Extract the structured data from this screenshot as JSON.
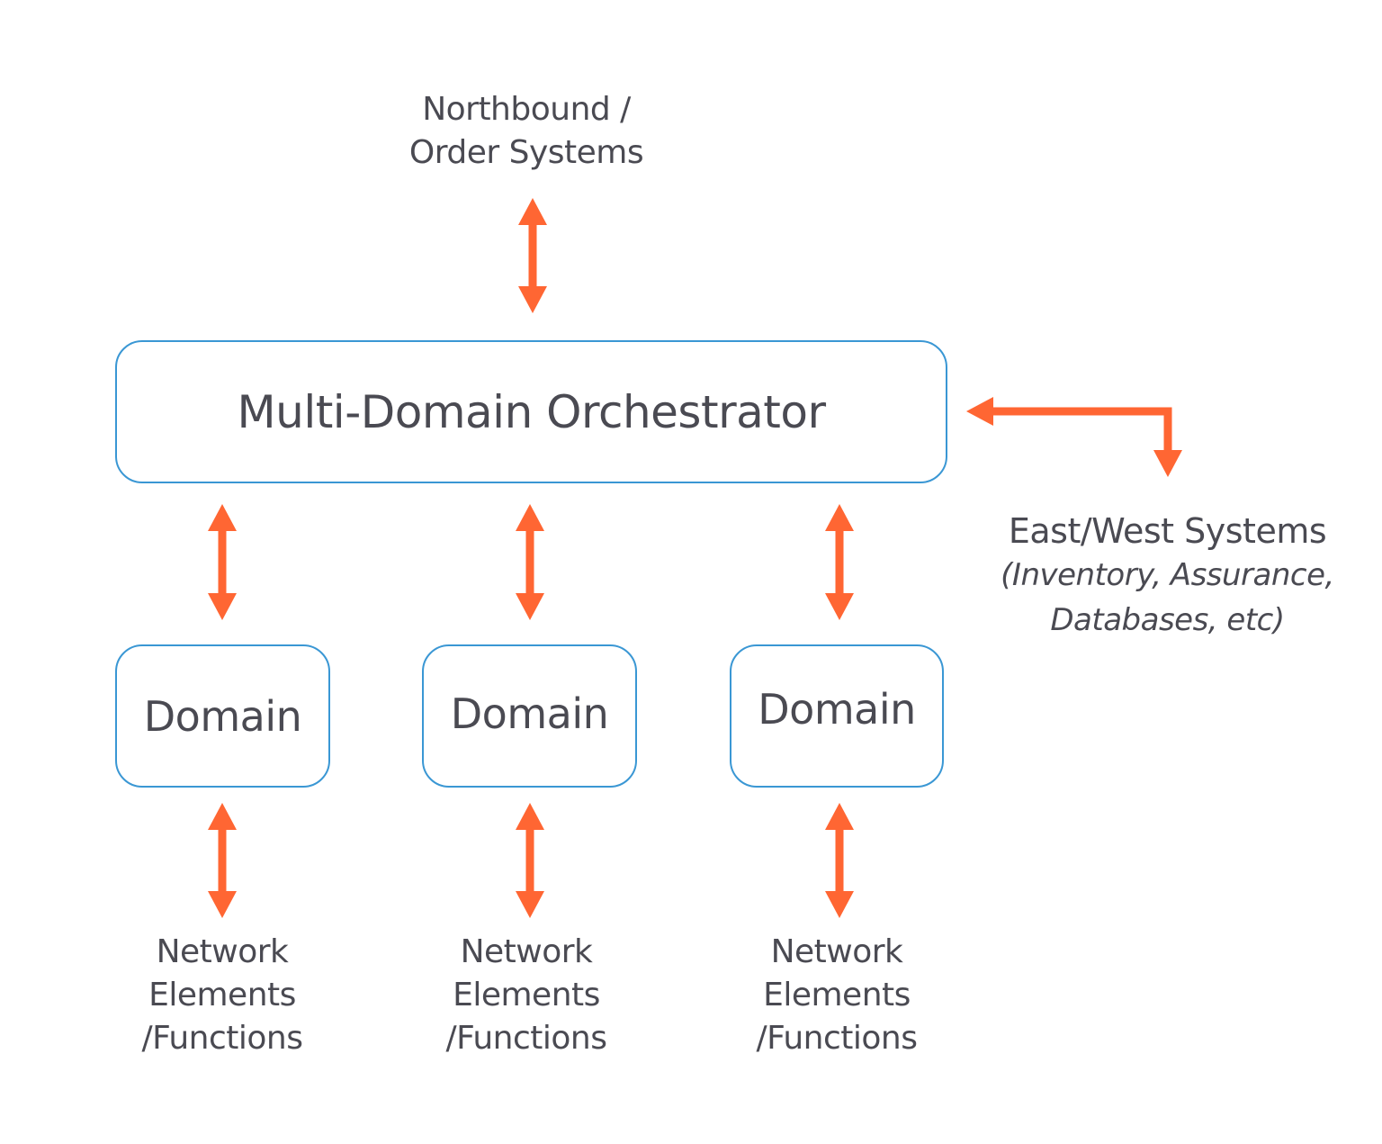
{
  "northbound": {
    "line1": "Northbound /",
    "line2": "Order Systems"
  },
  "orchestrator": {
    "label": "Multi-Domain Orchestrator"
  },
  "east_west": {
    "title": "East/West Systems",
    "detail_line1": "(Inventory, Assurance,",
    "detail_line2": "Databases, etc)"
  },
  "domains": [
    {
      "label": "Domain"
    },
    {
      "label": "Domain"
    },
    {
      "label": "Domain"
    }
  ],
  "network_elements": [
    {
      "line1": "Network",
      "line2": "Elements",
      "line3": "/Functions"
    },
    {
      "line1": "Network",
      "line2": "Elements",
      "line3": "/Functions"
    },
    {
      "line1": "Network",
      "line2": "Elements",
      "line3": "/Functions"
    }
  ],
  "colors": {
    "arrow": "#ff6633",
    "box_border": "#3a97d4",
    "text": "#4a4a52"
  }
}
